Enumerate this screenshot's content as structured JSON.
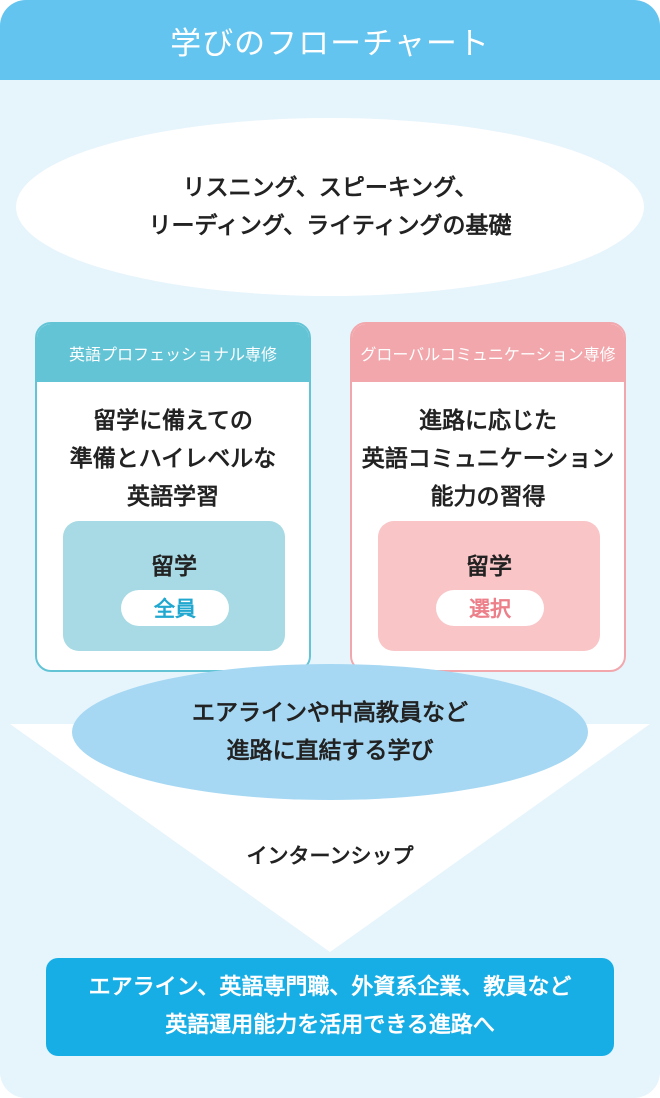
{
  "header": {
    "title": "学びのフローチャート"
  },
  "foundation": {
    "line1": "リスニング、スピーキング、",
    "line2": "リーディング、ライティングの基礎"
  },
  "courses": [
    {
      "name": "英語プロフェッショナル専修",
      "desc_line1": "留学に備えての",
      "desc_line2": "準備とハイレベルな",
      "desc_line3": "英語学習",
      "study_label": "留学",
      "study_tag": "全員"
    },
    {
      "name": "グローバルコミュニケーション専修",
      "desc_line1": "進路に応じた",
      "desc_line2": "英語コミュニケーション",
      "desc_line3": "能力の習得",
      "study_label": "留学",
      "study_tag": "選択"
    }
  ],
  "career_learning": {
    "line1": "エアラインや中高教員など",
    "line2": "進路に直結する学び"
  },
  "internship": "インターンシップ",
  "career": {
    "line1": "エアライン、英語専門職、外資系企業、教員など",
    "line2": "英語運用能力を活用できる進路へ"
  },
  "colors": {
    "header": "#63c4ef",
    "panel_bg": "#e6f4fc",
    "course1": "#63c4d6",
    "course2": "#f2a7ac",
    "career_box": "#17aee6"
  }
}
